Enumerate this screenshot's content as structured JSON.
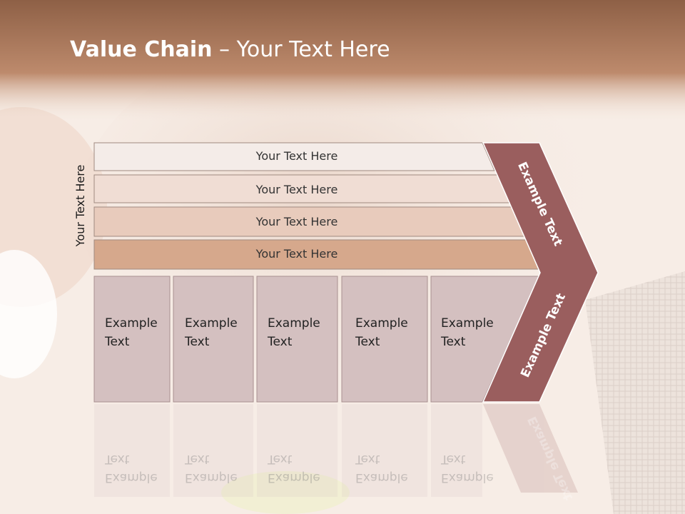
{
  "slide": {
    "title_bold": "Value Chain",
    "title_rest": " – Your Text Here",
    "side_label": "Your Text Here"
  },
  "rows": [
    "Your Text Here",
    "Your Text Here",
    "Your Text Here",
    "Your Text Here"
  ],
  "columns": [
    {
      "line1": "Example",
      "line2": "Text"
    },
    {
      "line1": "Example",
      "line2": "Text"
    },
    {
      "line1": "Example",
      "line2": "Text"
    },
    {
      "line1": "Example",
      "line2": "Text"
    },
    {
      "line1": "Example",
      "line2": "Text"
    }
  ],
  "chevron": {
    "upper": "Example Text",
    "lower": "Example Text"
  },
  "colors": {
    "header_band": "#b07a5e",
    "row1": "#f4ece8",
    "row2": "#f0ddd4",
    "row3": "#e8cbbc",
    "row4": "#d6a88c",
    "chevron": "#9a5e5e",
    "column_box": "#d4c0c0"
  }
}
